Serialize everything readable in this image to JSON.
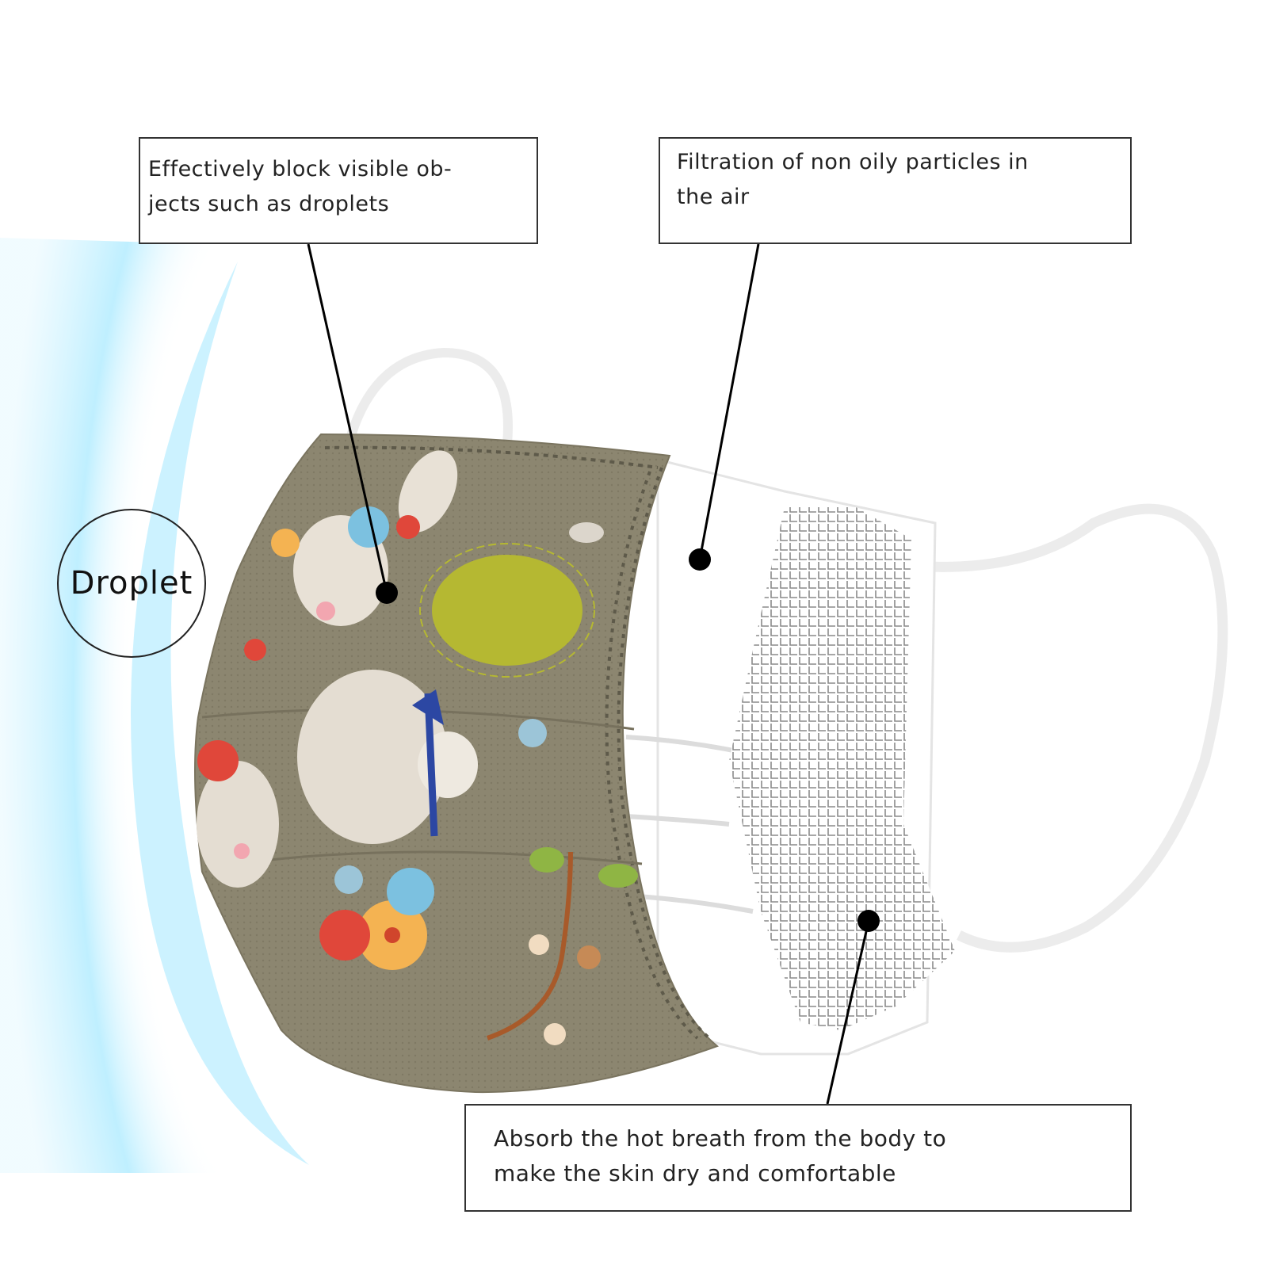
{
  "callouts": {
    "outer_layer": "Effectively block visible ob-\njects such as droplets",
    "middle_layer": "Filtration of non oily particles in\nthe air",
    "inner_layer": "Absorb the hot breath from the body to\nmake the skin dry and comfortable"
  },
  "droplet_label": "Droplet",
  "colors": {
    "mask_outer": "#8c8670",
    "mask_stitch": "#6e6a58",
    "mask_inner": "#ffffff",
    "mesh": "#9a9a9a",
    "droplet_glow": "#bfefff",
    "sun": "#b5b832",
    "line": "#000000"
  },
  "icons": {
    "pointer_dot": "filled-circle"
  }
}
